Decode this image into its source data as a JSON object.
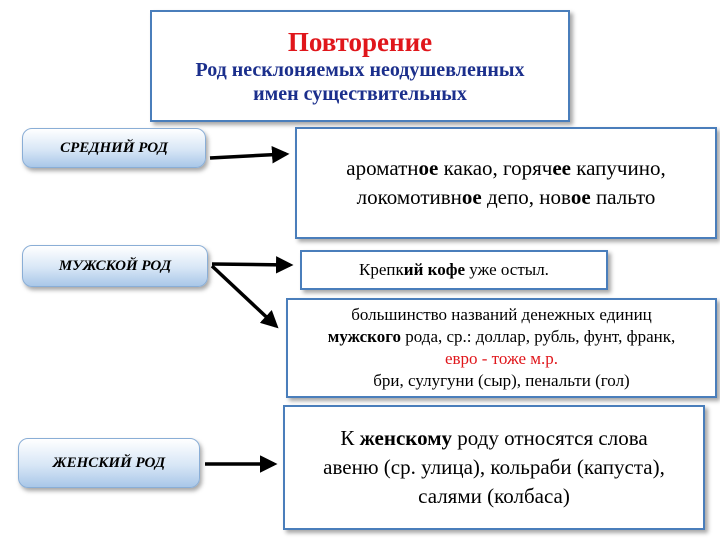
{
  "header": {
    "title": "Повторение",
    "subtitle_line1": "Род несклоняемых неодушевленных",
    "subtitle_line2": "имен существительных"
  },
  "genders": {
    "neuter": "СРЕДНИЙ РОД",
    "masculine": "МУЖСКОЙ РОД",
    "feminine": "ЖЕНСКИЙ РОД"
  },
  "neuter_examples": {
    "a1": "ароматн",
    "a2": "ое",
    "a3": " какао,  горяч",
    "a4": "ее",
    "a5": " капучино,",
    "b1": "локомотивн",
    "b2": "ое",
    "b3": " депо, нов",
    "b4": "ое",
    "b5": " пальто"
  },
  "masculine_example": {
    "a1": "Крепк",
    "a2": "ий",
    "a3": " ",
    "a4": "кофе",
    "a5": " уже остыл."
  },
  "masculine_rule": {
    "line1": "большинство названий денежных единиц",
    "line2_bold": "мужского",
    "line2_rest": " рода, ср.: доллар, рубль, фунт, франк,",
    "line3": "евро - тоже м.р.",
    "line4": "бри, сулугуни (сыр), пенальти (гол)"
  },
  "feminine_rule": {
    "line1_a": "К ",
    "line1_bold": "женскому",
    "line1_b": " роду относятся слова",
    "line2": "авеню (ср. улица), кольраби (капуста),",
    "line3": "салями (колбаса)"
  },
  "colors": {
    "title_red": "#e0161b",
    "subtitle_blue": "#1b2f8c",
    "border_blue": "#4a7ebb"
  }
}
